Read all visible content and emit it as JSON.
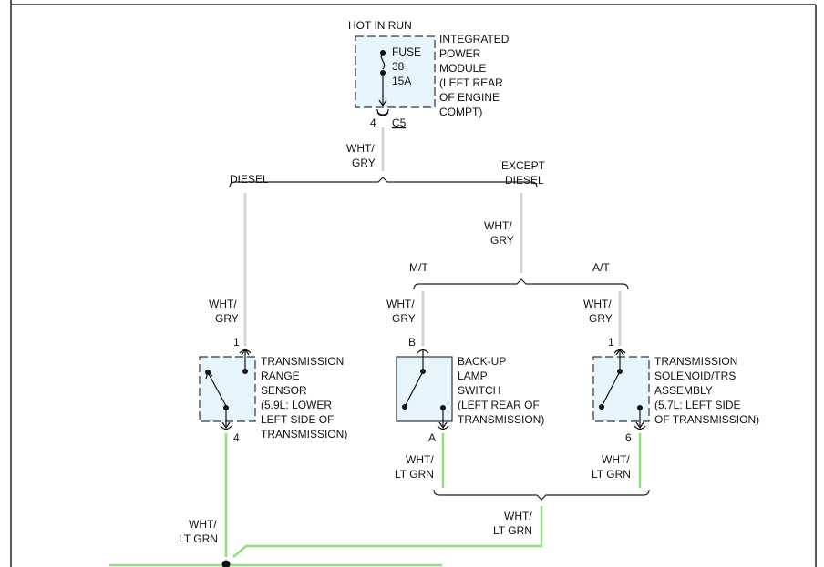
{
  "colors": {
    "wire_white_gray": "#d4d4d4",
    "wire_white_ltgreen": "#8ee07e",
    "component_fill": "#e6f4fd",
    "line": "#222222"
  },
  "top": {
    "hot_label": "HOT IN RUN",
    "fuse_word": "FUSE",
    "fuse_number": "38",
    "fuse_rating": "15A",
    "module_lines": [
      "INTEGRATED",
      "POWER",
      "MODULE",
      "(LEFT REAR",
      "OF ENGINE",
      "COMPT)"
    ],
    "pin": "4",
    "connector": "C5"
  },
  "wires": {
    "wht_gry_1": "WHT/",
    "wht_gry_2": "GRY",
    "wht_ltg_1": "WHT/",
    "wht_ltg_2": "LT GRN"
  },
  "branches": {
    "diesel": "DIESEL",
    "except_1": "EXCEPT",
    "except_2": "DIESEL",
    "mt": "M/T",
    "at": "A/T"
  },
  "components": {
    "trs": {
      "pin_top": "1",
      "pin_bottom": "4",
      "lines": [
        "TRANSMISSION",
        "RANGE",
        "SENSOR",
        "(5.9L: LOWER",
        "LEFT SIDE OF",
        "TRANSMISSION)"
      ]
    },
    "backup": {
      "pin_top": "B",
      "pin_bottom": "A",
      "lines": [
        "BACK-UP",
        "LAMP",
        "SWITCH",
        "(LEFT REAR OF",
        "TRANSMISSION)"
      ]
    },
    "solenoid": {
      "pin_top": "1",
      "pin_bottom": "6",
      "lines": [
        "TRANSMISSION",
        "SOLENOID/TRS",
        "ASSEMBLY",
        "(5.7L: LEFT SIDE",
        "OF TRANSMISSION)"
      ]
    }
  }
}
